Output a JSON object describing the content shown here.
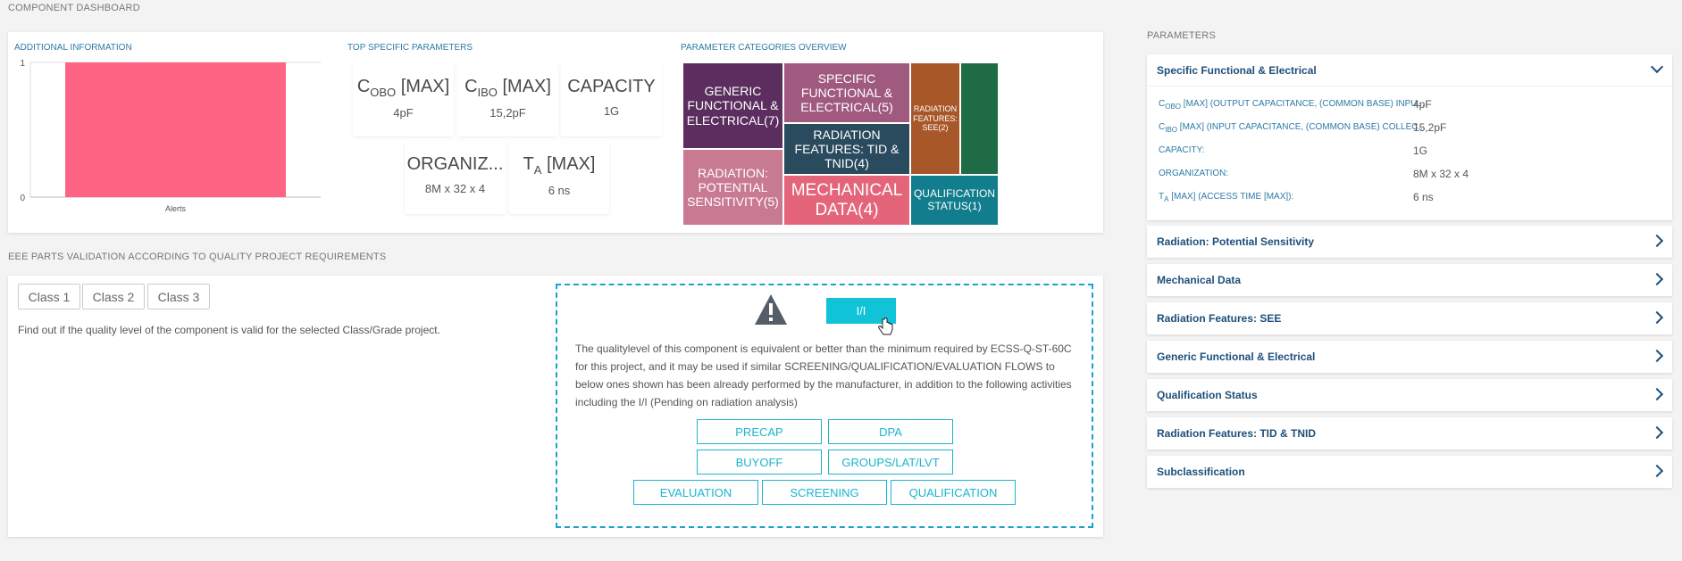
{
  "dashboard": {
    "title": "COMPONENT DASHBOARD",
    "additional_info": {
      "title": "ADDITIONAL INFORMATION"
    },
    "top_params": {
      "title": "TOP SPECIFIC PARAMETERS",
      "tiles": [
        {
          "main": "C",
          "sub": "OBO",
          "suffix": " [MAX]",
          "value": "4pF"
        },
        {
          "main": "C",
          "sub": "IBO",
          "suffix": " [MAX]",
          "value": "15,2pF"
        },
        {
          "main": "CAPACITY",
          "sub": "",
          "suffix": "",
          "value": "1G"
        },
        {
          "main": "ORGANIZ...",
          "sub": "",
          "suffix": "",
          "value": "8M x 32 x 4"
        },
        {
          "main": "T",
          "sub": "A",
          "suffix": " [MAX]",
          "value": "6 ns"
        }
      ]
    },
    "categories": {
      "title": "PARAMETER CATEGORIES OVERVIEW",
      "cells": [
        {
          "label": "GENERIC FUNCTIONAL & ELECTRICAL(7)",
          "color": "#5b2e5f"
        },
        {
          "label": "SPECIFIC FUNCTIONAL & ELECTRICAL(5)",
          "color": "#a05a7f"
        },
        {
          "label": "RADIATION FEATURES: SEE(2)",
          "color": "#a85729"
        },
        {
          "label": "",
          "color": "#1f6b45"
        },
        {
          "label": "RADIATION FEATURES: TID & TNID(4)",
          "color": "#2a4a5e"
        },
        {
          "label": "RADIATION: POTENTIAL SENSITIVITY(5)",
          "color": "#c97a93"
        },
        {
          "label": "MECHANICAL DATA(4)",
          "color": "#e4657a"
        },
        {
          "label": "QUALIFICATION STATUS(1)",
          "color": "#127d8c"
        }
      ]
    },
    "validation": {
      "title": "EEE PARTS VALIDATION ACCORDING TO QUALITY PROJECT REQUIREMENTS",
      "classes": [
        "Class 1",
        "Class 2",
        "Class 3"
      ],
      "hint": "Find out if the quality level of the component is valid for the selected Class/Grade project.",
      "result_badge": "I/I",
      "description": "The qualitylevel of this component is equivalent or better than the minimum required by ECSS-Q-ST-60C for this project, and it may be used if similar SCREENING/QUALIFICATION/EVALUATION FLOWS to below ones shown has been already performed by the manufacturer, in addition to the following activities including the I/I (Pending on radiation analysis)",
      "flows": [
        "PRECAP",
        "DPA",
        "BUYOFF",
        "GROUPS/LAT/LVT",
        "EVALUATION",
        "SCREENING",
        "QUALIFICATION"
      ]
    }
  },
  "chart_data": {
    "type": "bar",
    "categories": [
      "Alerts"
    ],
    "values": [
      1
    ],
    "ylim": [
      0,
      1
    ],
    "yticks": [
      "0",
      "1"
    ],
    "color": "#ff6384",
    "grid": true
  },
  "parameters": {
    "title": "PARAMETERS",
    "sections": [
      "Specific Functional & Electrical",
      "Radiation: Potential Sensitivity",
      "Mechanical Data",
      "Radiation Features: SEE",
      "Generic Functional & Electrical",
      "Qualification Status",
      "Radiation Features: TID & TNID",
      "Subclassification"
    ],
    "expanded_rows": [
      {
        "main": "C",
        "sub": "OBO",
        "rest": " [MAX] (OUTPUT CAPACITANCE, (COMMON BASE) INPU...",
        "value": "4pF"
      },
      {
        "main": "C",
        "sub": "IBO",
        "rest": " [MAX] (INPUT CAPACITANCE, (COMMON BASE) COLLEC...",
        "value": "15,2pF"
      },
      {
        "main": "CAPACITY:",
        "sub": "",
        "rest": "",
        "value": "1G"
      },
      {
        "main": "ORGANIZATION:",
        "sub": "",
        "rest": "",
        "value": "8M x 32 x 4"
      },
      {
        "main": "T",
        "sub": "A",
        "rest": " [MAX] (ACCESS TIME [MAX]):",
        "value": "6 ns"
      }
    ]
  }
}
